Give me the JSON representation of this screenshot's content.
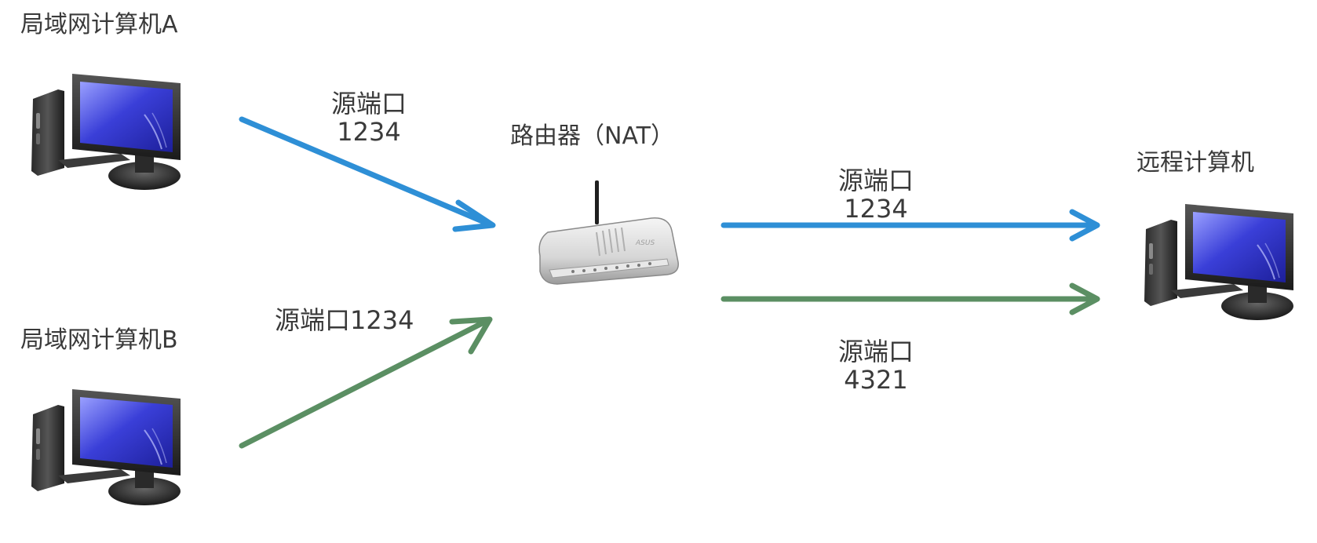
{
  "nodes": {
    "computer_a": {
      "label": "局域网计算机A"
    },
    "computer_b": {
      "label": "局域网计算机B"
    },
    "router": {
      "label": "路由器（NAT）",
      "brand_text": "ASUS"
    },
    "remote": {
      "label": "远程计算机"
    }
  },
  "edges": {
    "a_to_router": {
      "line1": "源端口",
      "line2": "1234",
      "color": "#2e8fd6"
    },
    "b_to_router": {
      "label": "源端口1234",
      "color": "#5b8f63"
    },
    "router_to_remote_1": {
      "line1": "源端口",
      "line2": "1234",
      "color": "#2e8fd6"
    },
    "router_to_remote_2": {
      "line1": "源端口",
      "line2": "4321",
      "color": "#5b8f63"
    }
  },
  "icons": [
    "computer-icon",
    "router-icon"
  ]
}
